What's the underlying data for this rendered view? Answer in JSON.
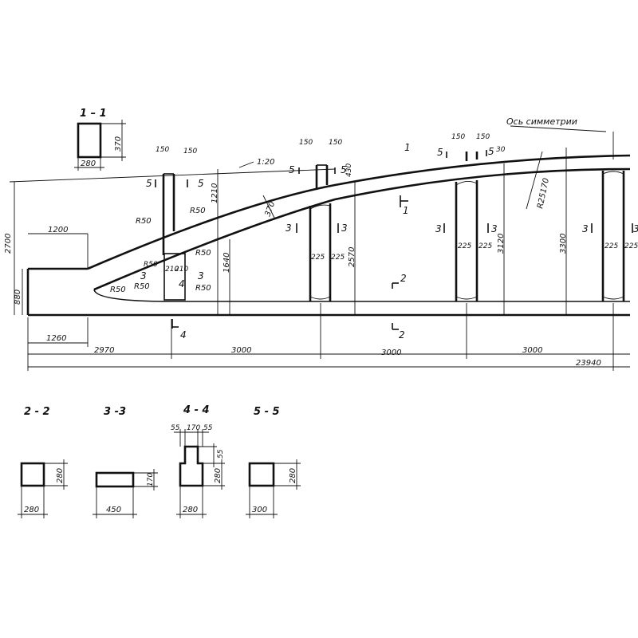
{
  "drawing": {
    "symmetry_axis_label": "Ось симметрии",
    "slope_label": "1:20",
    "radius_outer": "R25170",
    "radius_small": "R50",
    "dims": {
      "d1200": "1200",
      "d1260": "1260",
      "d2970": "2970",
      "d3000a": "3000",
      "d3000b": "3000",
      "d3000c": "3000",
      "d23940": "23940",
      "d2700": "2700",
      "d880": "880",
      "d1210": "1210",
      "d1640": "1640",
      "d2570": "2570",
      "d3120": "3120",
      "d3300": "3300",
      "d370": "370",
      "d150": "150",
      "d30": "30",
      "d225": "225",
      "d430": "430",
      "d210": "210"
    },
    "marks": {
      "m1": "1",
      "m2": "2",
      "m3": "3",
      "m4": "4",
      "m5": "5"
    }
  },
  "sections": {
    "s11": {
      "title": "1 – 1",
      "w": "280",
      "h": "370"
    },
    "s22": {
      "title": "2 - 2",
      "w": "280",
      "h": "280"
    },
    "s33": {
      "title": "3 -3",
      "w": "450",
      "h": "170"
    },
    "s44": {
      "title": "4 - 4",
      "w": "280",
      "h": "280",
      "top1": "55",
      "top2": "170",
      "top3": "55",
      "side": "55"
    },
    "s55": {
      "title": "5 - 5",
      "w": "300",
      "h": "280"
    }
  }
}
